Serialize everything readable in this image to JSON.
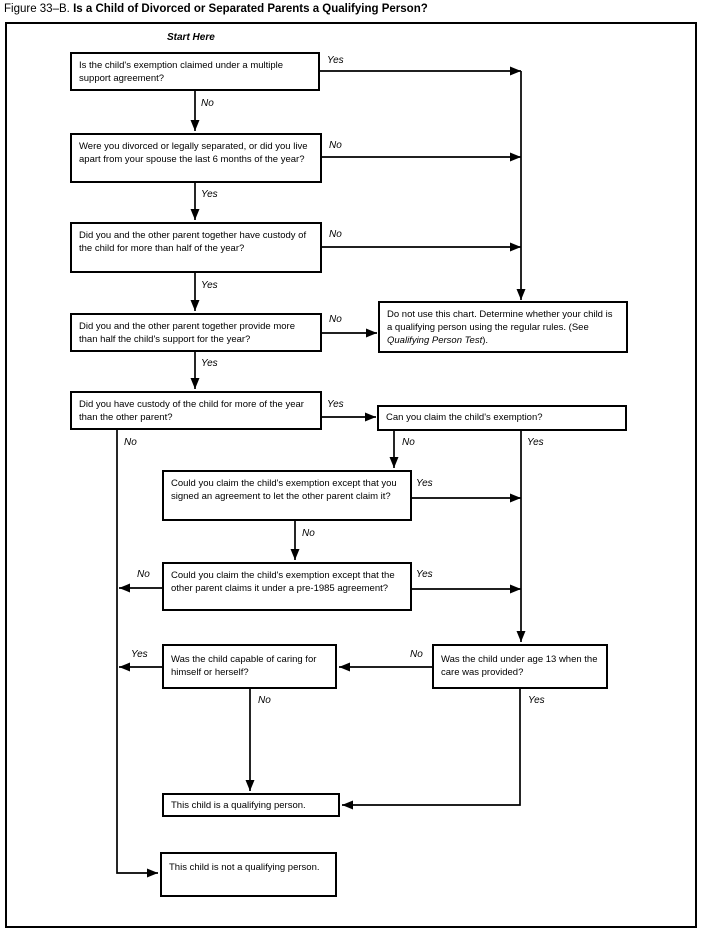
{
  "title": {
    "figure_label": "Figure 33–B.",
    "heading": "Is a Child of Divorced or Separated Parents a Qualifying Person?"
  },
  "flowchart": {
    "start_label": "Start Here",
    "nodes": {
      "multiple_support": "Is the child's exemption claimed under a multiple support agreement?",
      "divorced_separated": "Were you divorced or legally separated, or did you live apart from your spouse the last 6 months of the year?",
      "custody_together": "Did you and the other parent together have custody of the child for more than half of the year?",
      "support_together": "Did you and the other parent together provide more than half the child's support for the year?",
      "custody_more": "Did you have custody of the child for more of the year than the other parent?",
      "do_not_use": {
        "before": "Do not use this chart. Determine whether your child is a qualifying person using the regular rules. (See ",
        "italic": "Qualifying Person Test",
        "after": ")."
      },
      "claim_exemption": "Can you claim the child's exemption?",
      "signed_agreement": "Could you claim the child's exemption except that you signed an agreement to let the other parent claim it?",
      "pre_1985": "Could you claim the child's exemption except that the other parent claims it under a pre-1985 agreement?",
      "child_capable": "Was the child capable of caring for himself or herself?",
      "under_age_13": "Was the child under age 13 when the care was provided?",
      "qualifying": "This child is a qualifying person.",
      "not_qualifying": "This child is not a qualifying person."
    },
    "edge_labels": {
      "multiple_support_yes": "Yes",
      "multiple_support_no": "No",
      "divorced_separated_no": "No",
      "divorced_separated_yes": "Yes",
      "custody_together_no": "No",
      "custody_together_yes": "Yes",
      "support_together_no": "No",
      "support_together_yes": "Yes",
      "custody_more_yes": "Yes",
      "custody_more_no": "No",
      "claim_exemption_no": "No",
      "claim_exemption_yes": "Yes",
      "signed_agreement_yes": "Yes",
      "signed_agreement_no": "No",
      "pre_1985_no": "No",
      "pre_1985_yes": "Yes",
      "child_capable_yes": "Yes",
      "under_age_13_no": "No",
      "child_capable_no": "No",
      "under_age_13_yes": "Yes"
    }
  }
}
